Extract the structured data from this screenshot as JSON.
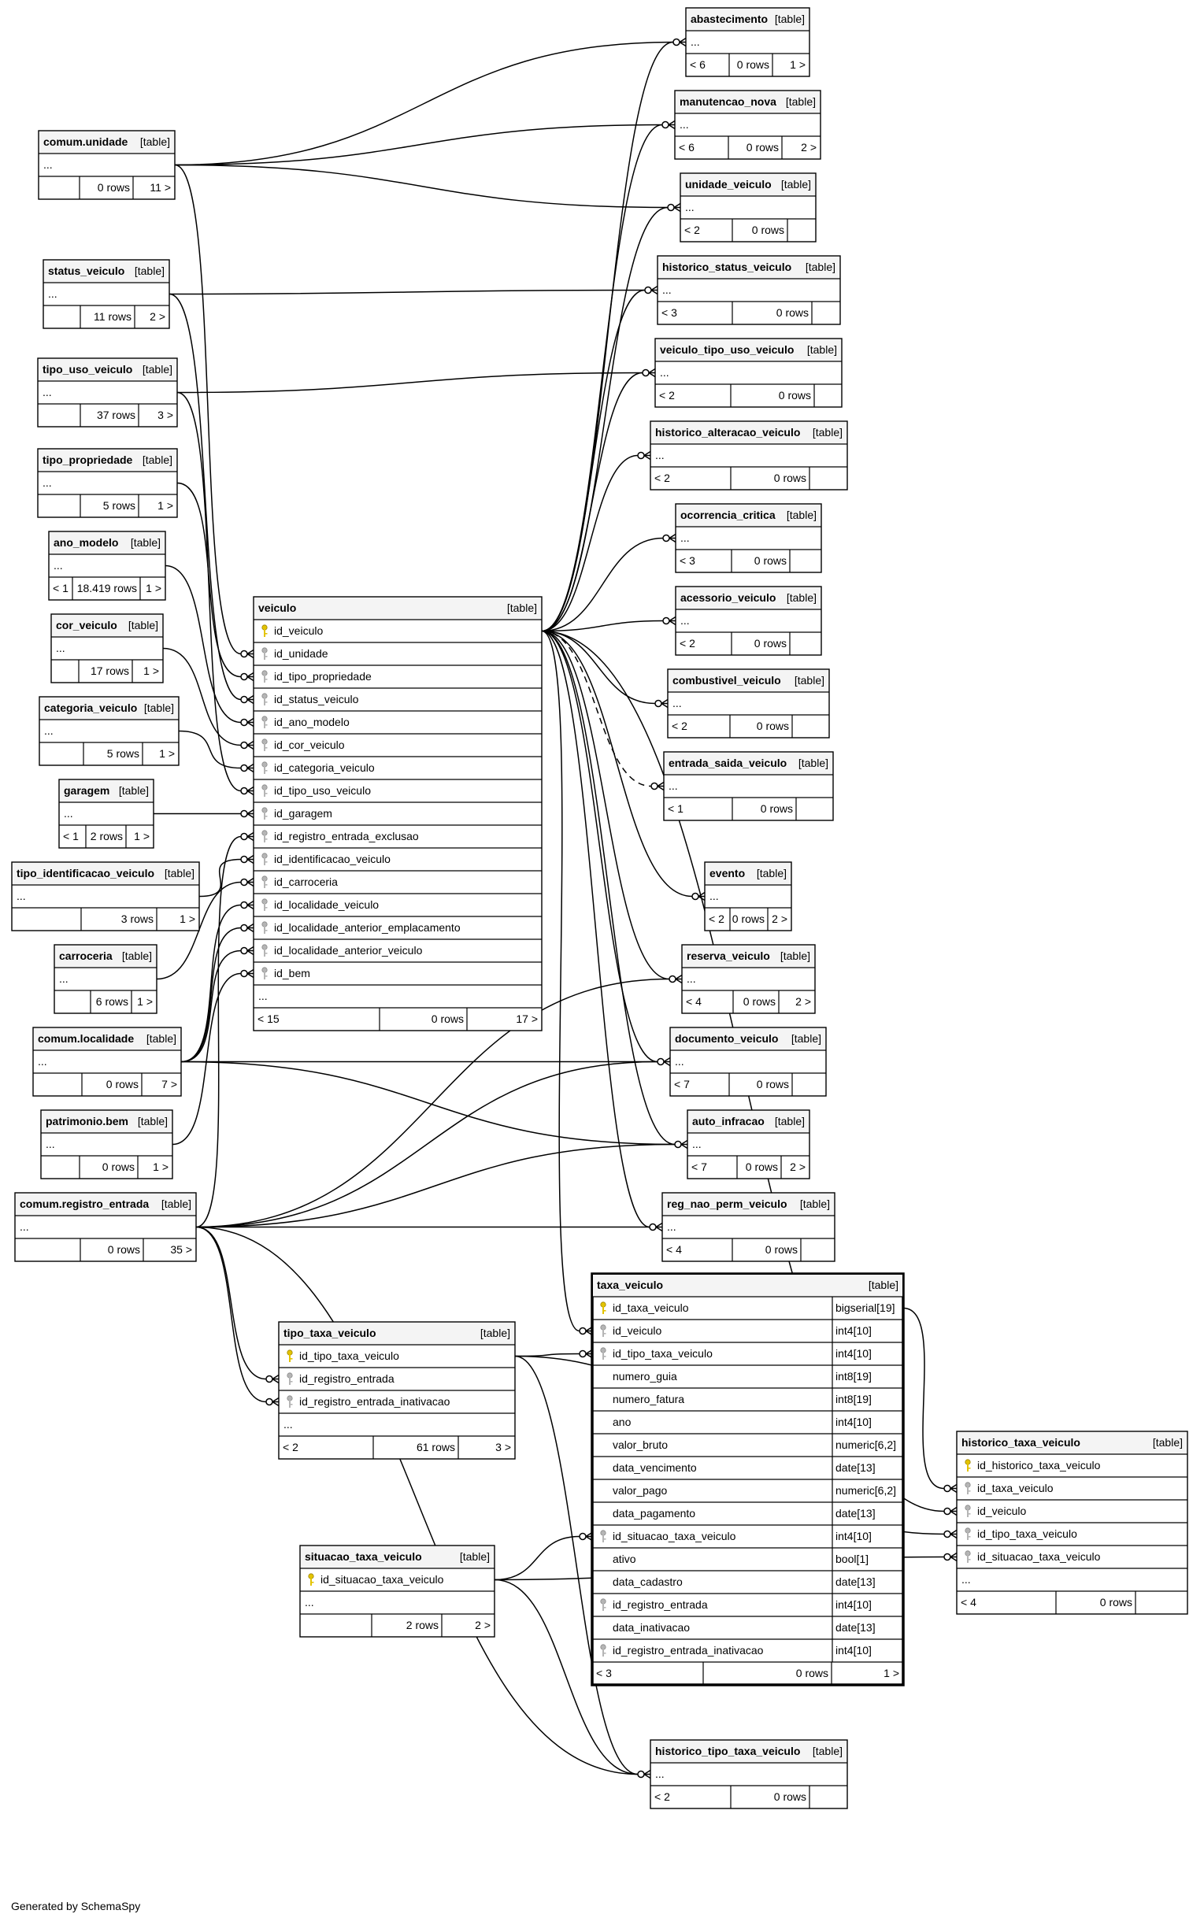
{
  "footer": "Generated by SchemaSpy",
  "tables": {
    "abastecimento": {
      "name": "abastecimento",
      "tag": "[table]",
      "rows": [
        "..."
      ],
      "footer": [
        "< 6",
        "0 rows",
        "1 >"
      ]
    },
    "manutencao_nova": {
      "name": "manutencao_nova",
      "tag": "[table]",
      "rows": [
        "..."
      ],
      "footer": [
        "< 6",
        "0 rows",
        "2 >"
      ]
    },
    "unidade_veiculo": {
      "name": "unidade_veiculo",
      "tag": "[table]",
      "rows": [
        "..."
      ],
      "footer": [
        "< 2",
        "0 rows",
        ""
      ]
    },
    "historico_status_veiculo": {
      "name": "historico_status_veiculo",
      "tag": "[table]",
      "rows": [
        "..."
      ],
      "footer": [
        "< 3",
        "0 rows",
        ""
      ]
    },
    "veiculo_tipo_uso_veiculo": {
      "name": "veiculo_tipo_uso_veiculo",
      "tag": "[table]",
      "rows": [
        "..."
      ],
      "footer": [
        "< 2",
        "0 rows",
        ""
      ]
    },
    "historico_alteracao_veiculo": {
      "name": "historico_alteracao_veiculo",
      "tag": "[table]",
      "rows": [
        "..."
      ],
      "footer": [
        "< 2",
        "0 rows",
        ""
      ]
    },
    "ocorrencia_critica": {
      "name": "ocorrencia_critica",
      "tag": "[table]",
      "rows": [
        "..."
      ],
      "footer": [
        "< 3",
        "0 rows",
        ""
      ]
    },
    "acessorio_veiculo": {
      "name": "acessorio_veiculo",
      "tag": "[table]",
      "rows": [
        "..."
      ],
      "footer": [
        "< 2",
        "0 rows",
        ""
      ]
    },
    "combustivel_veiculo": {
      "name": "combustivel_veiculo",
      "tag": "[table]",
      "rows": [
        "..."
      ],
      "footer": [
        "< 2",
        "0 rows",
        ""
      ]
    },
    "entrada_saida_veiculo": {
      "name": "entrada_saida_veiculo",
      "tag": "[table]",
      "rows": [
        "..."
      ],
      "footer": [
        "< 1",
        "0 rows",
        ""
      ]
    },
    "evento": {
      "name": "evento",
      "tag": "[table]",
      "rows": [
        "..."
      ],
      "footer": [
        "< 2",
        "0 rows",
        "2 >"
      ]
    },
    "reserva_veiculo": {
      "name": "reserva_veiculo",
      "tag": "[table]",
      "rows": [
        "..."
      ],
      "footer": [
        "< 4",
        "0 rows",
        "2 >"
      ]
    },
    "documento_veiculo": {
      "name": "documento_veiculo",
      "tag": "[table]",
      "rows": [
        "..."
      ],
      "footer": [
        "< 7",
        "0 rows",
        ""
      ]
    },
    "auto_infracao": {
      "name": "auto_infracao",
      "tag": "[table]",
      "rows": [
        "..."
      ],
      "footer": [
        "< 7",
        "0 rows",
        "2 >"
      ]
    },
    "reg_nao_perm_veiculo": {
      "name": "reg_nao_perm_veiculo",
      "tag": "[table]",
      "rows": [
        "..."
      ],
      "footer": [
        "< 4",
        "0 rows",
        ""
      ]
    },
    "comum_unidade": {
      "name": "comum.unidade",
      "tag": "[table]",
      "rows": [
        "..."
      ],
      "footer": [
        "",
        "0 rows",
        "11 >"
      ]
    },
    "status_veiculo": {
      "name": "status_veiculo",
      "tag": "[table]",
      "rows": [
        "..."
      ],
      "footer": [
        "",
        "11 rows",
        "2 >"
      ]
    },
    "tipo_uso_veiculo": {
      "name": "tipo_uso_veiculo",
      "tag": "[table]",
      "rows": [
        "..."
      ],
      "footer": [
        "",
        "37 rows",
        "3 >"
      ]
    },
    "tipo_propriedade": {
      "name": "tipo_propriedade",
      "tag": "[table]",
      "rows": [
        "..."
      ],
      "footer": [
        "",
        "5 rows",
        "1 >"
      ]
    },
    "ano_modelo": {
      "name": "ano_modelo",
      "tag": "[table]",
      "rows": [
        "..."
      ],
      "footer": [
        "< 1",
        "18.419 rows",
        "1 >"
      ]
    },
    "cor_veiculo": {
      "name": "cor_veiculo",
      "tag": "[table]",
      "rows": [
        "..."
      ],
      "footer": [
        "",
        "17 rows",
        "1 >"
      ]
    },
    "categoria_veiculo": {
      "name": "categoria_veiculo",
      "tag": "[table]",
      "rows": [
        "..."
      ],
      "footer": [
        "",
        "5 rows",
        "1 >"
      ]
    },
    "garagem": {
      "name": "garagem",
      "tag": "[table]",
      "rows": [
        "..."
      ],
      "footer": [
        "< 1",
        "2 rows",
        "1 >"
      ]
    },
    "tipo_identificacao_veiculo": {
      "name": "tipo_identificacao_veiculo",
      "tag": "[table]",
      "rows": [
        "..."
      ],
      "footer": [
        "",
        "3 rows",
        "1 >"
      ]
    },
    "carroceria": {
      "name": "carroceria",
      "tag": "[table]",
      "rows": [
        "..."
      ],
      "footer": [
        "",
        "6 rows",
        "1 >"
      ]
    },
    "comum_localidade": {
      "name": "comum.localidade",
      "tag": "[table]",
      "rows": [
        "..."
      ],
      "footer": [
        "",
        "0 rows",
        "7 >"
      ]
    },
    "patrimonio_bem": {
      "name": "patrimonio.bem",
      "tag": "[table]",
      "rows": [
        "..."
      ],
      "footer": [
        "",
        "0 rows",
        "1 >"
      ]
    },
    "comum_registro_entrada": {
      "name": "comum.registro_entrada",
      "tag": "[table]",
      "rows": [
        "..."
      ],
      "footer": [
        "",
        "0 rows",
        "35 >"
      ]
    },
    "veiculo": {
      "name": "veiculo",
      "tag": "[table]",
      "rows": [
        "id_veiculo",
        "id_unidade",
        "id_tipo_propriedade",
        "id_status_veiculo",
        "id_ano_modelo",
        "id_cor_veiculo",
        "id_categoria_veiculo",
        "id_tipo_uso_veiculo",
        "id_garagem",
        "id_registro_entrada_exclusao",
        "id_identificacao_veiculo",
        "id_carroceria",
        "id_localidade_veiculo",
        "id_localidade_anterior_emplacamento",
        "id_localidade_anterior_veiculo",
        "id_bem",
        "..."
      ],
      "footer": [
        "< 15",
        "0 rows",
        "17 >"
      ]
    },
    "tipo_taxa_veiculo": {
      "name": "tipo_taxa_veiculo",
      "tag": "[table]",
      "rows": [
        "id_tipo_taxa_veiculo",
        "id_registro_entrada",
        "id_registro_entrada_inativacao",
        "..."
      ],
      "footer": [
        "< 2",
        "61 rows",
        "3 >"
      ]
    },
    "situacao_taxa_veiculo": {
      "name": "situacao_taxa_veiculo",
      "tag": "[table]",
      "rows": [
        "id_situacao_taxa_veiculo",
        "..."
      ],
      "footer": [
        "",
        "2 rows",
        "2 >"
      ]
    },
    "taxa_veiculo": {
      "name": "taxa_veiculo",
      "tag": "[table]",
      "rows": [
        "id_taxa_veiculo",
        "id_veiculo",
        "id_tipo_taxa_veiculo",
        "numero_guia",
        "numero_fatura",
        "ano",
        "valor_bruto",
        "data_vencimento",
        "valor_pago",
        "data_pagamento",
        "id_situacao_taxa_veiculo",
        "ativo",
        "data_cadastro",
        "id_registro_entrada",
        "data_inativacao",
        "id_registro_entrada_inativacao"
      ],
      "types": [
        "bigserial[19]",
        "int4[10]",
        "int4[10]",
        "int8[19]",
        "int8[19]",
        "int4[10]",
        "numeric[6,2]",
        "date[13]",
        "numeric[6,2]",
        "date[13]",
        "int4[10]",
        "bool[1]",
        "date[13]",
        "int4[10]",
        "date[13]",
        "int4[10]"
      ],
      "footer": [
        "< 3",
        "0 rows",
        "1 >"
      ]
    },
    "historico_taxa_veiculo": {
      "name": "historico_taxa_veiculo",
      "tag": "[table]",
      "rows": [
        "id_historico_taxa_veiculo",
        "id_taxa_veiculo",
        "id_veiculo",
        "id_tipo_taxa_veiculo",
        "id_situacao_taxa_veiculo",
        "..."
      ],
      "footer": [
        "< 4",
        "0 rows",
        ""
      ]
    },
    "historico_tipo_taxa_veiculo": {
      "name": "historico_tipo_taxa_veiculo",
      "tag": "[table]",
      "rows": [
        "..."
      ],
      "footer": [
        "< 2",
        "0 rows",
        ""
      ]
    }
  }
}
